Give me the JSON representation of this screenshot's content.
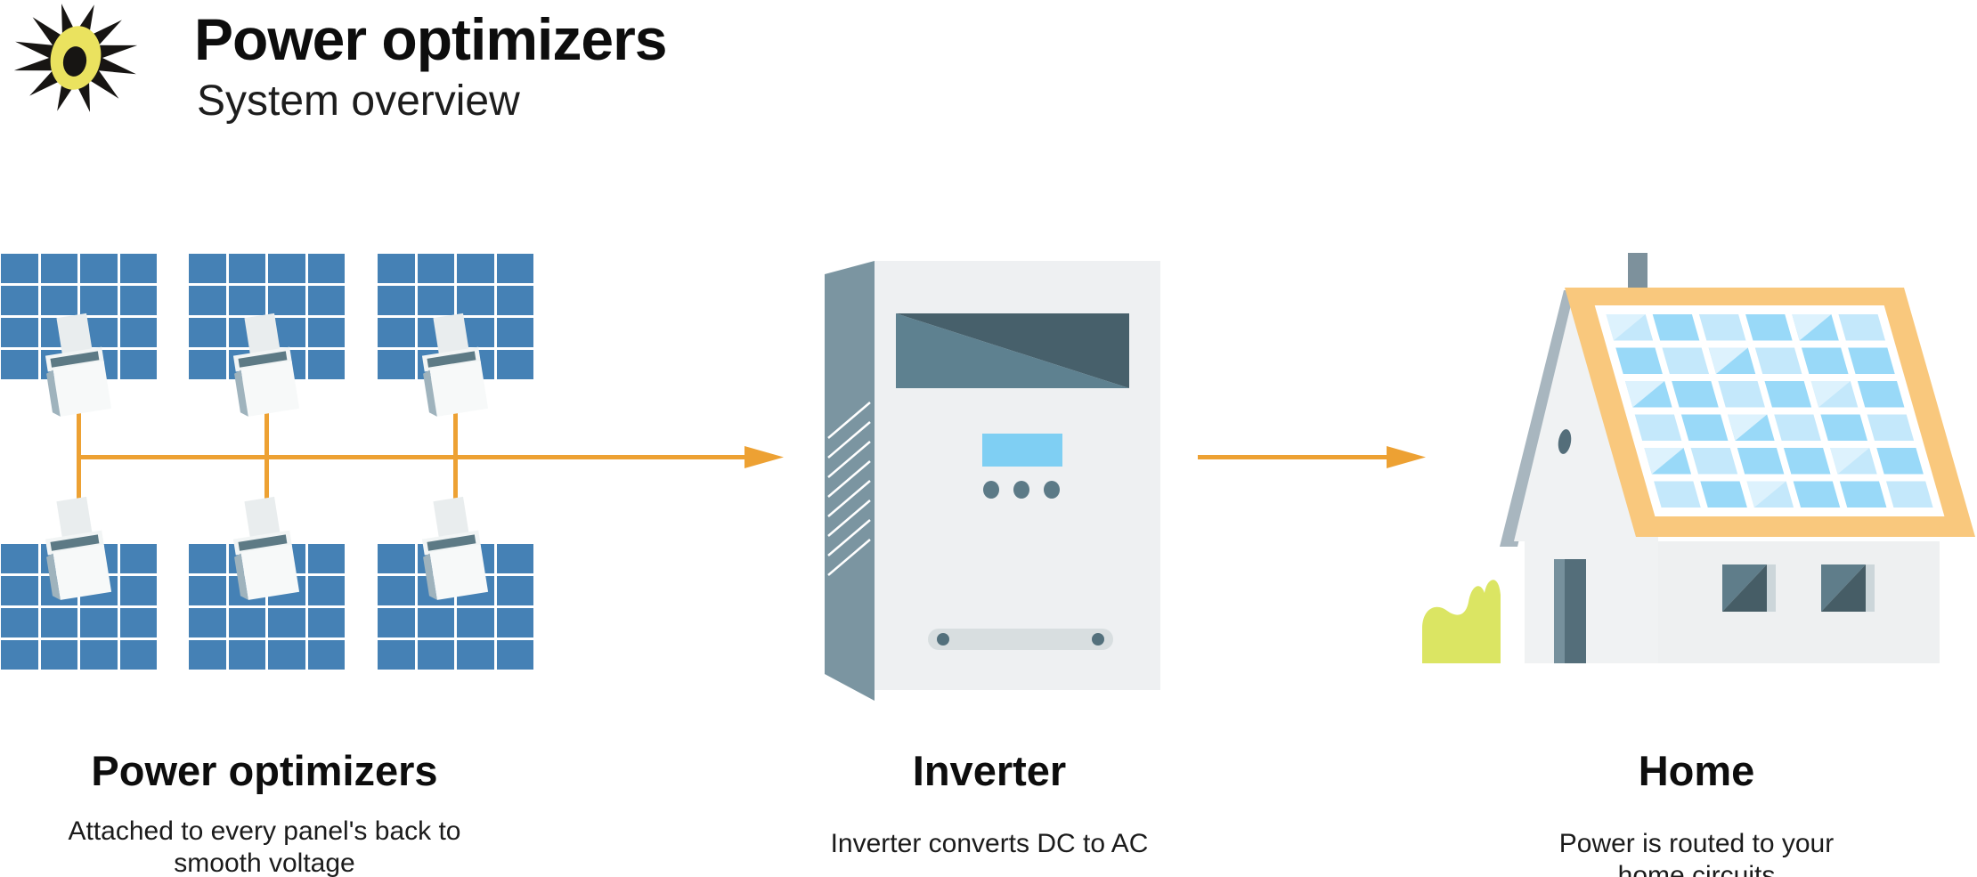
{
  "header": {
    "logo_icon": "sun-icon",
    "title": "Power optimizers",
    "subtitle": "System overview"
  },
  "sections": [
    {
      "id": "power-optimizers",
      "heading": "Power optimizers",
      "caption": "Attached to every panel's back to\nsmooth voltage"
    },
    {
      "id": "inverter",
      "heading": "Inverter",
      "caption": "Inverter converts DC to AC"
    },
    {
      "id": "home",
      "heading": "Home",
      "caption": "Power is routed to your home circuits"
    }
  ],
  "diagram": {
    "flow": [
      "Power optimizers",
      "Inverter",
      "Home"
    ],
    "panel_array": {
      "rows": 2,
      "cols": 3,
      "panel_cell_grid": {
        "rows": 4,
        "cols": 4
      }
    },
    "optimizers_per_panel": 1,
    "roof_panel_grid": {
      "rows": 6,
      "cols": 6
    },
    "arrow_count": 2
  },
  "palette": {
    "panel-blue": "#4581b5",
    "wire": "#eda133",
    "inv-side": "#7b95a1",
    "inv-front": "#eef0f2",
    "disp-dark": "#47606b",
    "disp-light": "#5e8190",
    "lcd": "#7fcff3",
    "dot": "#5c7a87",
    "bar": "#d8dee0",
    "bar-dot": "#53707c",
    "roof": "#f9c87d",
    "cell-med": "#99d9f8",
    "cell-light": "#c4e8fb",
    "cell-hl": "#ddf2fd",
    "gable": "#f0f2f3",
    "gable-strip": "#a8b6bf",
    "body": "#eef0f1",
    "chimney": "#7d919c",
    "door": "#546e7a",
    "door-hl": "#76909c",
    "win-light": "#5f7d8a",
    "win-dark": "#465d66",
    "sill": "#ccd6da",
    "bush": "#dbe563",
    "opt-card": "#e9edee",
    "opt-rim": "#f2f5f5",
    "opt-slot": "#5d7a85",
    "opt-front": "#f7f9f9",
    "opt-side": "#9fb3bd",
    "sun-black": "#171513",
    "sun-yellow": "#eae25f"
  }
}
